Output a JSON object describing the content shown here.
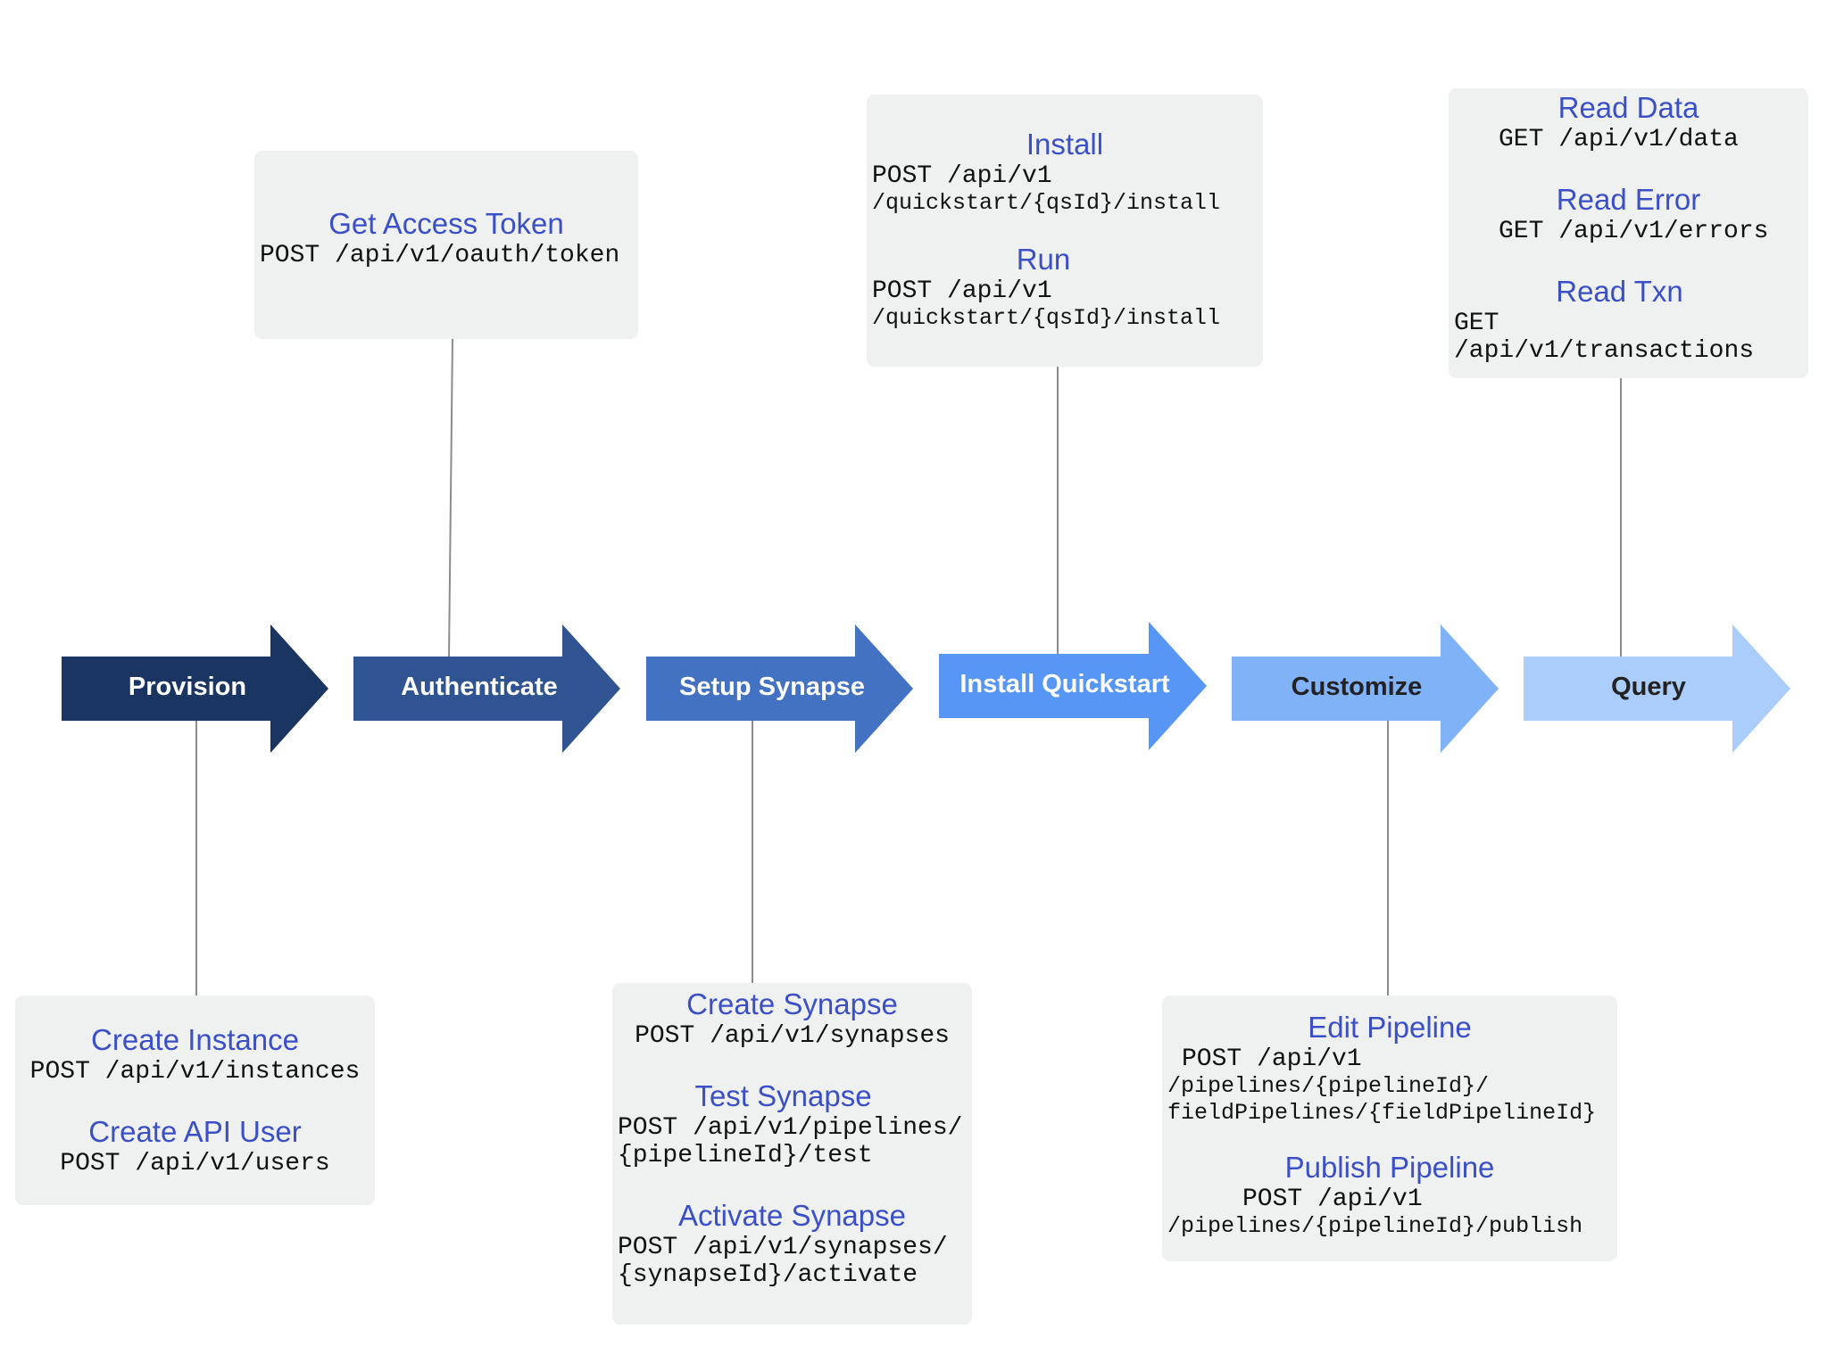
{
  "colors": {
    "connector": "#8c8c8c",
    "box_bg": "#eff0f0",
    "endpoint_title": "#3b4fc6"
  },
  "stages": [
    {
      "label": "Provision",
      "fill": "#1b3563",
      "text_color": "#ffffff"
    },
    {
      "label": "Authenticate",
      "fill": "#2f5491",
      "text_color": "#ffffff"
    },
    {
      "label": "Setup Synapse",
      "fill": "#4372c2",
      "text_color": "#ffffff"
    },
    {
      "label": "Install Quickstart",
      "fill": "#5896f5",
      "text_color": "#ffffff"
    },
    {
      "label": "Customize",
      "fill": "#80b2f7",
      "text_color": "#222222"
    },
    {
      "label": "Query",
      "fill": "#aacdfb",
      "text_color": "#222222"
    }
  ],
  "boxes": {
    "auth": {
      "get_token": {
        "title": "Get Access Token",
        "code": "POST /api/v1/oauth/token"
      }
    },
    "quickstart": {
      "install": {
        "title": "Install",
        "line1": "POST /api/v1",
        "line2": "/quickstart/{qsId}/install"
      },
      "run": {
        "title": "Run",
        "line1": "POST /api/v1",
        "line2": "/quickstart/{qsId}/install"
      }
    },
    "query": {
      "read_data": {
        "title": "Read Data",
        "code": "GET /api/v1/data"
      },
      "read_error": {
        "title": "Read Error",
        "code": "GET /api/v1/errors"
      },
      "read_txn": {
        "title": "Read Txn",
        "line1": "GET",
        "line2": "/api/v1/transactions"
      }
    },
    "provision": {
      "create_instance": {
        "title": "Create Instance",
        "code": "POST /api/v1/instances"
      },
      "create_api_user": {
        "title": "Create API User",
        "code": "POST /api/v1/users"
      }
    },
    "synapse": {
      "create_synapse": {
        "title": "Create Synapse",
        "code": "POST /api/v1/synapses"
      },
      "test_synapse": {
        "title": "Test Synapse",
        "line1": "POST /api/v1/pipelines/",
        "line2": "{pipelineId}/test"
      },
      "activate_synapse": {
        "title": "Activate Synapse",
        "line1": "POST /api/v1/synapses/",
        "line2": "{synapseId}/activate"
      }
    },
    "customize": {
      "edit_pipeline": {
        "title": "Edit Pipeline",
        "line1": "POST /api/v1",
        "line2": "/pipelines/{pipelineId}/",
        "line3": "fieldPipelines/{fieldPipelineId}"
      },
      "publish_pipeline": {
        "title": "Publish Pipeline",
        "line1": "POST /api/v1",
        "line2": "/pipelines/{pipelineId}/publish"
      }
    }
  }
}
